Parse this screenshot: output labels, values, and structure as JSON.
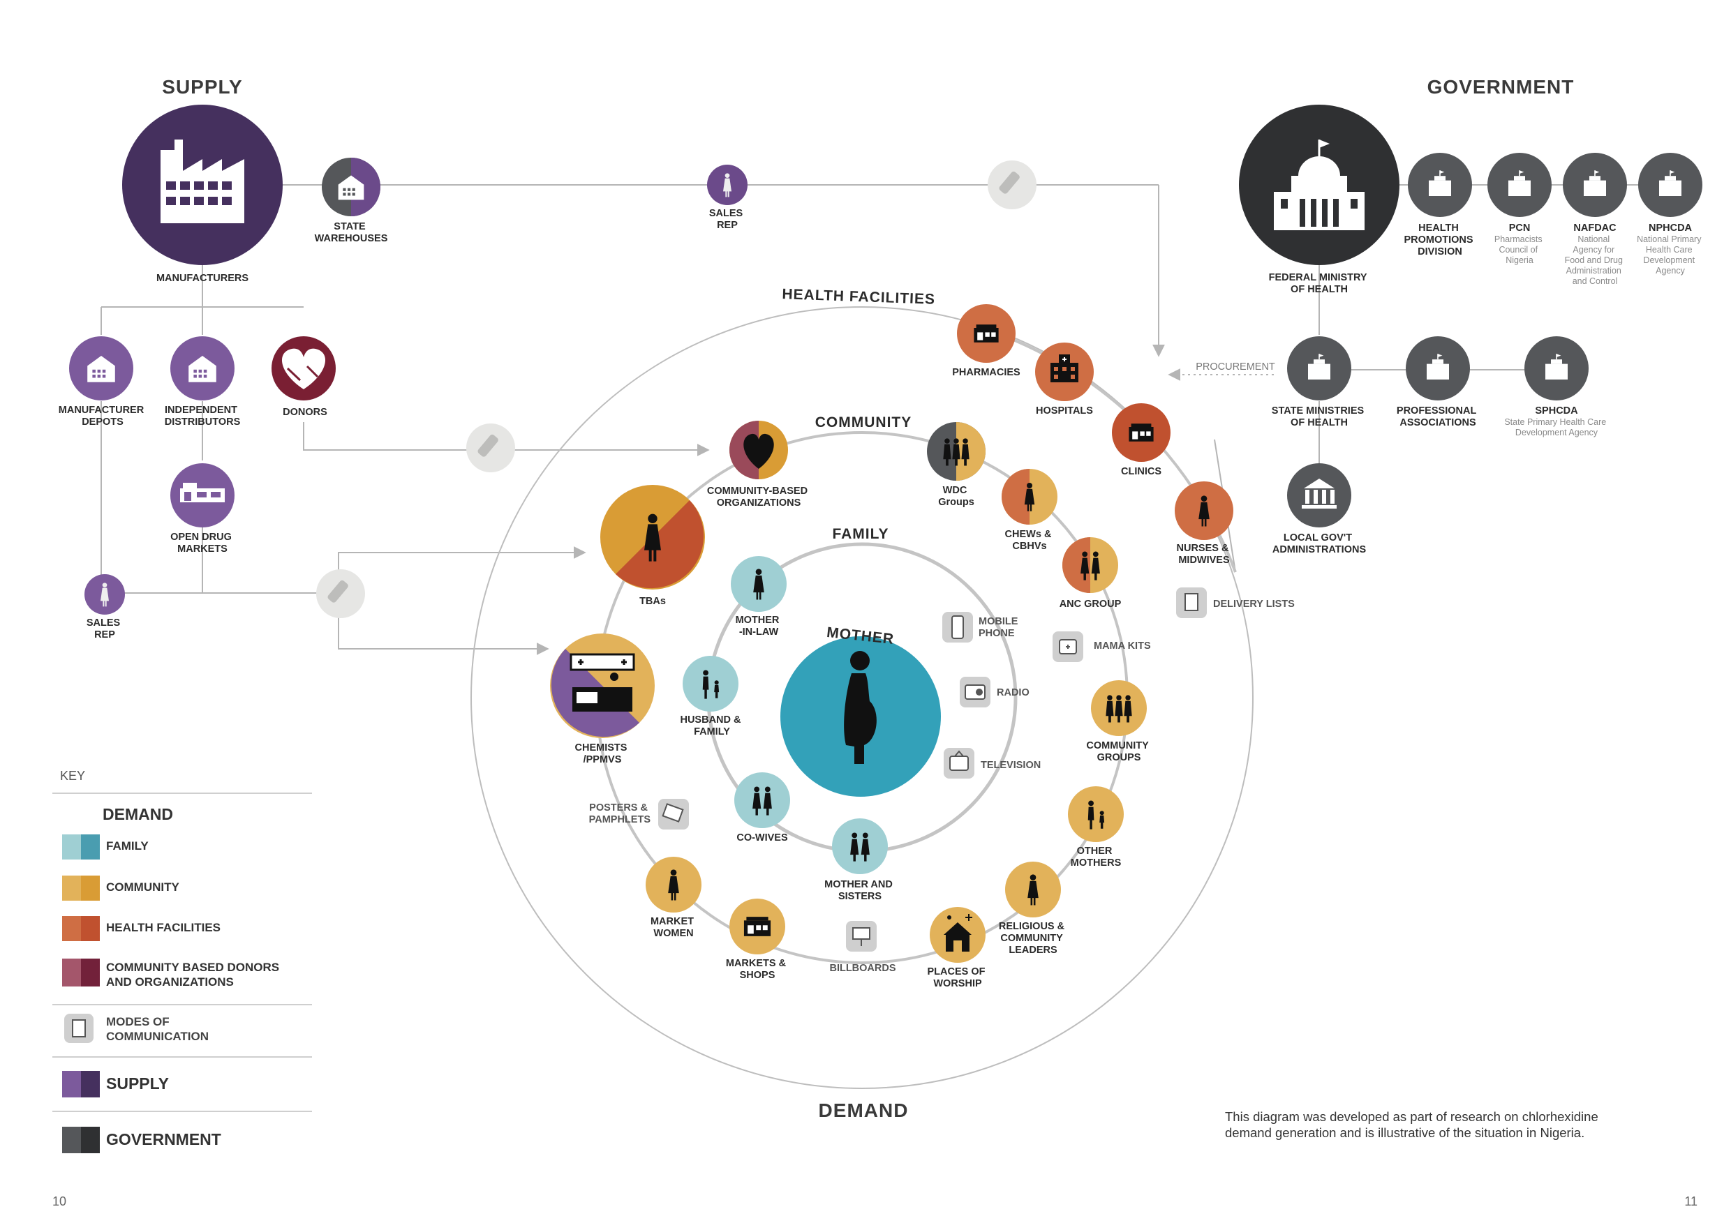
{
  "headings": {
    "supply": "SUPPLY",
    "government": "GOVERNMENT",
    "demand": "DEMAND"
  },
  "rings": {
    "health_facilities": "HEALTH FACILITIES",
    "community": "COMMUNITY",
    "family": "FAMILY"
  },
  "center": {
    "label": "MOTHER"
  },
  "supply": {
    "manufacturers": "MANUFACTURERS",
    "state_warehouses": [
      "STATE",
      "WAREHOUSES"
    ],
    "sales_rep_top": [
      "SALES",
      "REP"
    ],
    "manufacturer_depots": [
      "MANUFACTURER",
      "DEPOTS"
    ],
    "independent_distributors": [
      "INDEPENDENT",
      "DISTRIBUTORS"
    ],
    "donors": "DONORS",
    "open_drug_markets": [
      "OPEN DRUG",
      "MARKETS"
    ],
    "sales_rep_left": [
      "SALES",
      "REP"
    ]
  },
  "government": {
    "fmoh": [
      "FEDERAL MINISTRY",
      "OF HEALTH"
    ],
    "hpd": [
      "HEALTH",
      "PROMOTIONS",
      "DIVISION"
    ],
    "pcn": {
      "name": "PCN",
      "desc": [
        "Pharmacists",
        "Council of",
        "Nigeria"
      ]
    },
    "nafdac": {
      "name": "NAFDAC",
      "desc": [
        "National",
        "Agency for",
        "Food and Drug",
        "Administration",
        "and Control"
      ]
    },
    "nphcda": {
      "name": "NPHCDA",
      "desc": [
        "National Primary",
        "Health Care",
        "Development",
        "Agency"
      ]
    },
    "state_ministries": [
      "STATE MINISTRIES",
      "OF HEALTH"
    ],
    "professional": [
      "PROFESSIONAL",
      "ASSOCIATIONS"
    ],
    "sphcda": {
      "name": "SPHCDA",
      "desc": [
        "State Primary Health Care",
        "Development Agency"
      ]
    },
    "lga": [
      "LOCAL GOV'T",
      "ADMINISTRATIONS"
    ],
    "procurement": "PROCUREMENT"
  },
  "health_facilities": {
    "pharmacies": "PHARMACIES",
    "hospitals": "HOSPITALS",
    "clinics": "CLINICS",
    "nurses": [
      "NURSES &",
      "MIDWIVES"
    ],
    "delivery_lists": "DELIVERY LISTS"
  },
  "community": {
    "cbo": [
      "COMMUNITY-BASED",
      "ORGANIZATIONS"
    ],
    "wdc": [
      "WDC",
      "Groups"
    ],
    "chews": [
      "CHEWs &",
      "CBHVs"
    ],
    "anc": "ANC GROUP",
    "mama_kits": "MAMA KITS",
    "community_groups": [
      "COMMUNITY",
      "GROUPS"
    ],
    "other_mothers": [
      "OTHER",
      "MOTHERS"
    ],
    "religious": [
      "RELIGIOUS &",
      "COMMUNITY",
      "LEADERS"
    ],
    "worship": [
      "PLACES OF",
      "WORSHIP"
    ],
    "billboards": "BILLBOARDS",
    "markets": [
      "MARKETS &",
      "SHOPS"
    ],
    "market_women": [
      "MARKET",
      "WOMEN"
    ],
    "posters": [
      "POSTERS &",
      "PAMPHLETS"
    ],
    "chemists": [
      "CHEMISTS",
      "/PPMVS"
    ],
    "tbas": "TBAs"
  },
  "family": {
    "mil": [
      "MOTHER",
      "-IN-LAW"
    ],
    "husband": [
      "HUSBAND &",
      "FAMILY"
    ],
    "cowives": "CO-WIVES",
    "sisters": [
      "MOTHER AND",
      "SISTERS"
    ],
    "mobile": [
      "MOBILE",
      "PHONE"
    ],
    "radio": "RADIO",
    "television": "TELEVISION"
  },
  "key": {
    "title": "KEY",
    "demand": "DEMAND",
    "family": "FAMILY",
    "community": "COMMUNITY",
    "health": "HEALTH FACILITIES",
    "donors": [
      "COMMUNITY BASED DONORS",
      "AND ORGANIZATIONS"
    ],
    "modes": [
      "MODES OF",
      "COMMUNICATION"
    ],
    "supply": "SUPPLY",
    "government": "GOVERNMENT"
  },
  "note": [
    "This diagram was developed as part of research on chlorhexidine",
    "demand generation and is illustrative of the situation in Nigeria."
  ],
  "page_numbers": {
    "left": "10",
    "right": "11"
  },
  "colors": {
    "supply": "#6b4a8a",
    "supply_dark": "#45305e",
    "government": "#55575a",
    "government_dark": "#2f3032",
    "family": "#9fcfd3",
    "family_dark": "#4a9db0",
    "mother": "#33a1b9",
    "community": "#e2b25a",
    "community_dark": "#d99c35",
    "health": "#cf6e44",
    "health_dark": "#c0512f",
    "donor": "#8d3a4c",
    "donor_dark": "#72213a",
    "mode": "#cfcfcf",
    "line": "#b5b5b5"
  }
}
